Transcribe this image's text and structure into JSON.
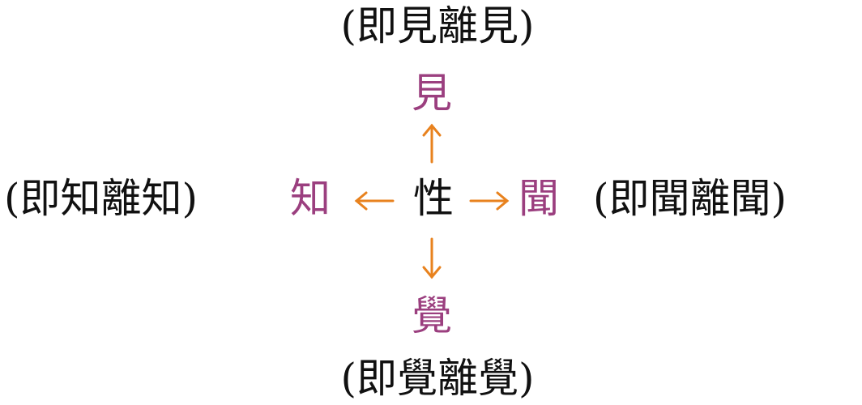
{
  "center": "性",
  "top": {
    "term": "見",
    "label": "(即見離見)"
  },
  "bottom": {
    "term": "覺",
    "label": "(即覺離覺)"
  },
  "left": {
    "term": "知",
    "label": "(即知離知)"
  },
  "right": {
    "term": "聞",
    "label": "(即聞離聞)"
  },
  "colors": {
    "term": "#9b3f7f",
    "arrow": "#e8821e",
    "text": "#111111"
  }
}
